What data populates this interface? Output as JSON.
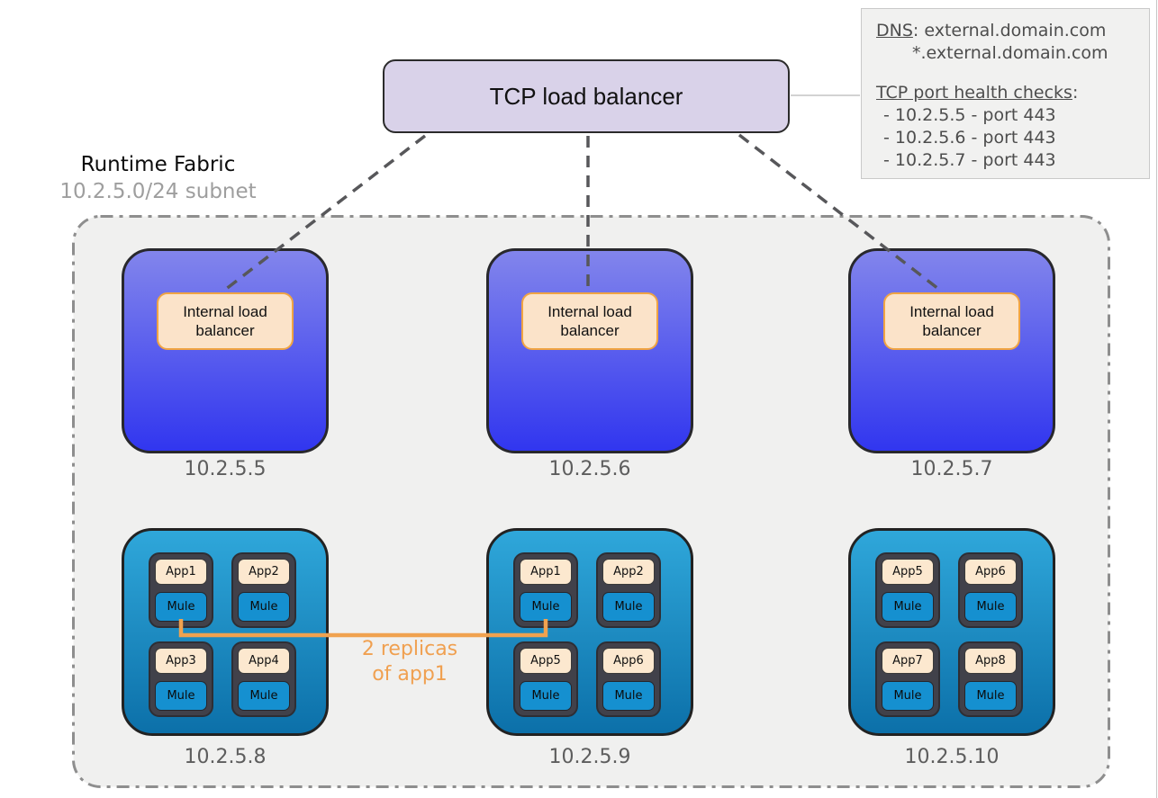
{
  "tcp_lb": {
    "label": "TCP load balancer"
  },
  "info_box": {
    "dns_label": "DNS",
    "dns_sep": ": ",
    "dns_value": "external.domain.com",
    "dns_wildcard": "*.external.domain.com",
    "health_label": "TCP port health checks",
    "health_sep": ":",
    "checks": [
      "- 10.2.5.5 - port 443",
      "- 10.2.5.6 - port 443",
      "- 10.2.5.7 - port 443"
    ]
  },
  "fabric": {
    "title": "Runtime Fabric",
    "subnet": "10.2.5.0/24 subnet"
  },
  "lb_nodes": [
    {
      "label": "Internal load balancer",
      "ip": "10.2.5.5"
    },
    {
      "label": "Internal load balancer",
      "ip": "10.2.5.6"
    },
    {
      "label": "Internal load balancer",
      "ip": "10.2.5.7"
    }
  ],
  "app_nodes": [
    {
      "ip": "10.2.5.8",
      "pods": [
        {
          "app": "App1",
          "runtime": "Mule"
        },
        {
          "app": "App2",
          "runtime": "Mule"
        },
        {
          "app": "App3",
          "runtime": "Mule"
        },
        {
          "app": "App4",
          "runtime": "Mule"
        }
      ]
    },
    {
      "ip": "10.2.5.9",
      "pods": [
        {
          "app": "App1",
          "runtime": "Mule"
        },
        {
          "app": "App2",
          "runtime": "Mule"
        },
        {
          "app": "App5",
          "runtime": "Mule"
        },
        {
          "app": "App6",
          "runtime": "Mule"
        }
      ]
    },
    {
      "ip": "10.2.5.10",
      "pods": [
        {
          "app": "App5",
          "runtime": "Mule"
        },
        {
          "app": "App6",
          "runtime": "Mule"
        },
        {
          "app": "App7",
          "runtime": "Mule"
        },
        {
          "app": "App8",
          "runtime": "Mule"
        }
      ]
    }
  ],
  "annotation": {
    "line1": "2 replicas",
    "line2": "of app1"
  },
  "colors": {
    "tcp_lb_fill": "#d9d2e9",
    "lb_node_top": "#8285ec",
    "lb_node_bottom": "#3136ef",
    "app_node_top": "#2fa7da",
    "app_node_bottom": "#0c70a9",
    "internal_lb_fill": "#fbe3c9",
    "internal_lb_border": "#f0a443",
    "app_fill": "#fce8cf",
    "mule_fill": "#1590d0",
    "fabric_fill": "#f0f0ef",
    "fabric_border": "#8e8e8e",
    "connector": "#57575a",
    "replica_orange": "#f0a24f"
  }
}
